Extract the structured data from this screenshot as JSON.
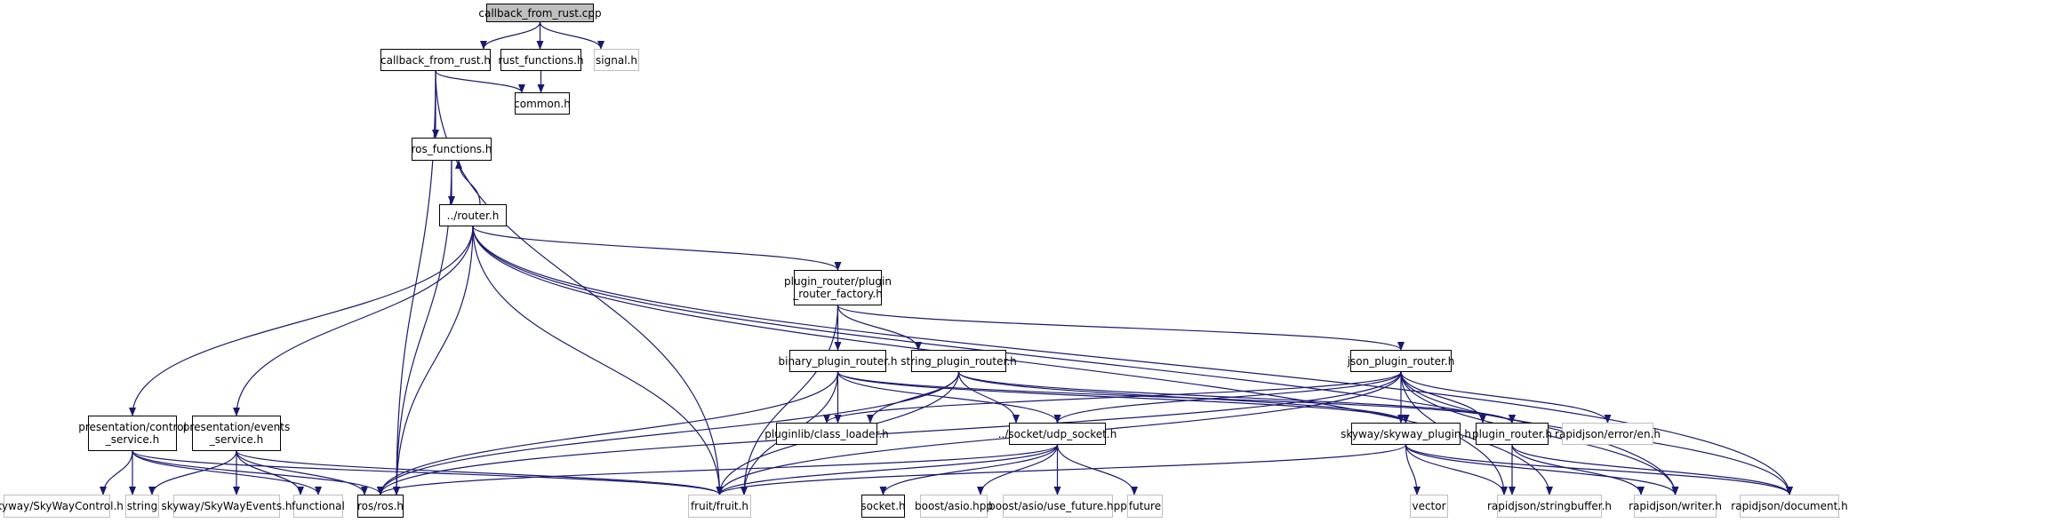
{
  "colors": {
    "edge": "#191970",
    "node_border": "#000000",
    "external_border": "#bfbfbf",
    "root_fill": "#bfbfbf"
  },
  "nodes": {
    "cpp": {
      "label": "callback_from_rust.cpp",
      "kind": "root"
    },
    "cb_h": {
      "label": "callback_from_rust.h",
      "kind": "local"
    },
    "rust_fn": {
      "label": "rust_functions.h",
      "kind": "local"
    },
    "signal": {
      "label": "signal.h",
      "kind": "external"
    },
    "ros_fn": {
      "label": "ros_functions.h",
      "kind": "local"
    },
    "common": {
      "label": "common.h",
      "kind": "local"
    },
    "router": {
      "label": "../router.h",
      "kind": "local"
    },
    "factory": {
      "label": "plugin_router/plugin\n_router_factory.h",
      "kind": "local"
    },
    "binary": {
      "label": "binary_plugin_router.h",
      "kind": "local"
    },
    "string_pr": {
      "label": "string_plugin_router.h",
      "kind": "local"
    },
    "json": {
      "label": "json_plugin_router.h",
      "kind": "local"
    },
    "control": {
      "label": "presentation/control\n_service.h",
      "kind": "local"
    },
    "events": {
      "label": "presentation/events\n_service.h",
      "kind": "local"
    },
    "class_loader": {
      "label": "pluginlib/class_loader.h",
      "kind": "local"
    },
    "udp": {
      "label": "../socket/udp_socket.h",
      "kind": "local"
    },
    "sky_plugin": {
      "label": "skyway/skyway_plugin.h",
      "kind": "local"
    },
    "plugin_router": {
      "label": "plugin_router.h",
      "kind": "local"
    },
    "err_en": {
      "label": "rapidjson/error/en.h",
      "kind": "external"
    },
    "sw_control": {
      "label": "skyway/SkyWayControl.h",
      "kind": "external"
    },
    "string": {
      "label": "string",
      "kind": "external"
    },
    "sw_events": {
      "label": "skyway/SkyWayEvents.h",
      "kind": "external"
    },
    "functional": {
      "label": "functional",
      "kind": "external"
    },
    "ros": {
      "label": "ros/ros.h",
      "kind": "local"
    },
    "fruit": {
      "label": "fruit/fruit.h",
      "kind": "external"
    },
    "socket": {
      "label": "socket.h",
      "kind": "local"
    },
    "asio": {
      "label": "boost/asio.hpp",
      "kind": "external"
    },
    "use_future": {
      "label": "boost/asio/use_future.hpp",
      "kind": "external"
    },
    "future": {
      "label": "future",
      "kind": "external"
    },
    "vector": {
      "label": "vector",
      "kind": "external"
    },
    "strbuf": {
      "label": "rapidjson/stringbuffer.h",
      "kind": "external"
    },
    "writer": {
      "label": "rapidjson/writer.h",
      "kind": "external"
    },
    "document": {
      "label": "rapidjson/document.h",
      "kind": "external"
    }
  },
  "edges": [
    [
      "cpp",
      "cb_h"
    ],
    [
      "cpp",
      "rust_fn"
    ],
    [
      "cpp",
      "signal"
    ],
    [
      "cb_h",
      "ros_fn"
    ],
    [
      "cb_h",
      "common"
    ],
    [
      "cb_h",
      "ros"
    ],
    [
      "cb_h",
      "fruit"
    ],
    [
      "rust_fn",
      "common"
    ],
    [
      "ros_fn",
      "router"
    ],
    [
      "router",
      "ros_fn"
    ],
    [
      "ros_fn",
      "ros"
    ],
    [
      "router",
      "factory"
    ],
    [
      "router",
      "control"
    ],
    [
      "router",
      "events"
    ],
    [
      "router",
      "ros"
    ],
    [
      "router",
      "fruit"
    ],
    [
      "router",
      "writer"
    ],
    [
      "router",
      "document"
    ],
    [
      "router",
      "strbuf"
    ],
    [
      "factory",
      "binary"
    ],
    [
      "factory",
      "string_pr"
    ],
    [
      "factory",
      "json"
    ],
    [
      "factory",
      "fruit"
    ],
    [
      "binary",
      "class_loader"
    ],
    [
      "binary",
      "udp"
    ],
    [
      "binary",
      "sky_plugin"
    ],
    [
      "binary",
      "plugin_router"
    ],
    [
      "binary",
      "ros"
    ],
    [
      "binary",
      "fruit"
    ],
    [
      "string_pr",
      "class_loader"
    ],
    [
      "string_pr",
      "udp"
    ],
    [
      "string_pr",
      "sky_plugin"
    ],
    [
      "string_pr",
      "plugin_router"
    ],
    [
      "string_pr",
      "ros"
    ],
    [
      "string_pr",
      "fruit"
    ],
    [
      "json",
      "class_loader"
    ],
    [
      "json",
      "udp"
    ],
    [
      "json",
      "sky_plugin"
    ],
    [
      "json",
      "plugin_router"
    ],
    [
      "json",
      "err_en"
    ],
    [
      "json",
      "strbuf"
    ],
    [
      "json",
      "writer"
    ],
    [
      "json",
      "document"
    ],
    [
      "json",
      "ros"
    ],
    [
      "json",
      "fruit"
    ],
    [
      "control",
      "sw_control"
    ],
    [
      "control",
      "string"
    ],
    [
      "control",
      "functional"
    ],
    [
      "control",
      "ros"
    ],
    [
      "control",
      "fruit"
    ],
    [
      "events",
      "string"
    ],
    [
      "events",
      "sw_events"
    ],
    [
      "events",
      "functional"
    ],
    [
      "events",
      "ros"
    ],
    [
      "events",
      "fruit"
    ],
    [
      "udp",
      "ros"
    ],
    [
      "udp",
      "fruit"
    ],
    [
      "udp",
      "socket"
    ],
    [
      "udp",
      "asio"
    ],
    [
      "udp",
      "use_future"
    ],
    [
      "udp",
      "future"
    ],
    [
      "sky_plugin",
      "fruit"
    ],
    [
      "sky_plugin",
      "vector"
    ],
    [
      "sky_plugin",
      "strbuf"
    ],
    [
      "sky_plugin",
      "writer"
    ],
    [
      "sky_plugin",
      "document"
    ],
    [
      "plugin_router",
      "strbuf"
    ],
    [
      "plugin_router",
      "writer"
    ],
    [
      "plugin_router",
      "document"
    ]
  ]
}
